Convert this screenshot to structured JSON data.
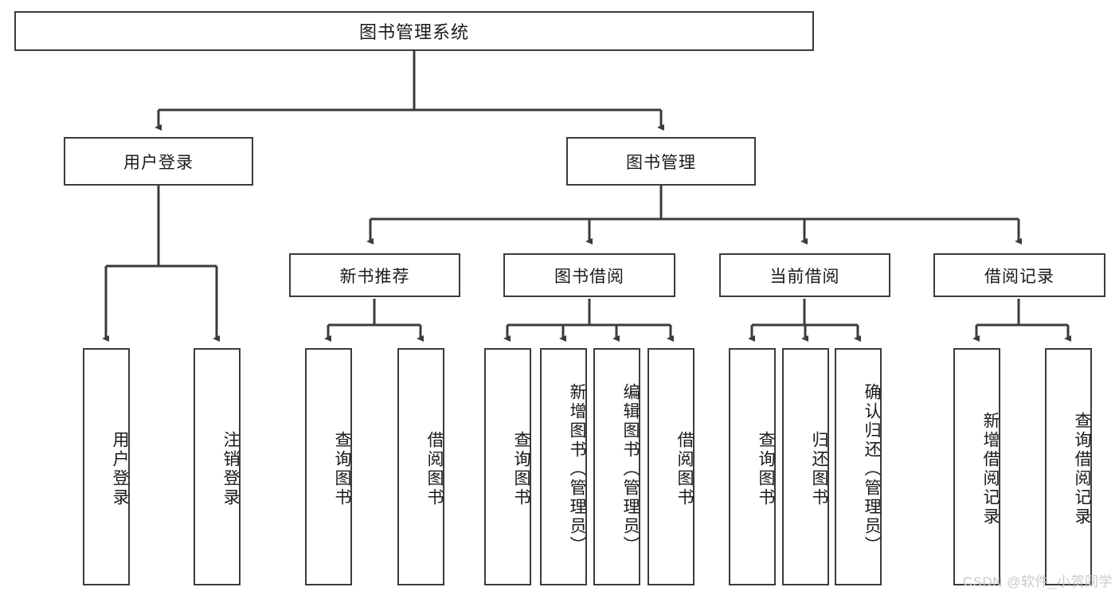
{
  "diagram": {
    "type": "hierarchy-tree",
    "title": "图书管理系统",
    "root": {
      "label": "图书管理系统"
    },
    "level2": [
      {
        "label": "用户登录"
      },
      {
        "label": "图书管理"
      }
    ],
    "level3": [
      {
        "label": "新书推荐"
      },
      {
        "label": "图书借阅"
      },
      {
        "label": "当前借阅"
      },
      {
        "label": "借阅记录"
      }
    ],
    "leaves": {
      "user_login": [
        {
          "label": "用户登录"
        },
        {
          "label": "注销登录"
        }
      ],
      "new_book_recommend": [
        {
          "label": "查询图书"
        },
        {
          "label": "借阅图书"
        }
      ],
      "book_borrow": [
        {
          "label": "查询图书"
        },
        {
          "label": "新增图书（管理员）"
        },
        {
          "label": "编辑图书（管理员）"
        },
        {
          "label": "借阅图书"
        }
      ],
      "current_borrow": [
        {
          "label": "查询图书"
        },
        {
          "label": "归还图书"
        },
        {
          "label": "确认归还（管理员）"
        }
      ],
      "borrow_record": [
        {
          "label": "新增借阅记录"
        },
        {
          "label": "查询借阅记录"
        }
      ]
    },
    "watermark": "CSDN @软件_小贺同学",
    "colors": {
      "stroke": "#3b3b3b",
      "fill": "#ffffff",
      "text": "#1a1a1a",
      "watermark": "#c9c9c9"
    }
  }
}
